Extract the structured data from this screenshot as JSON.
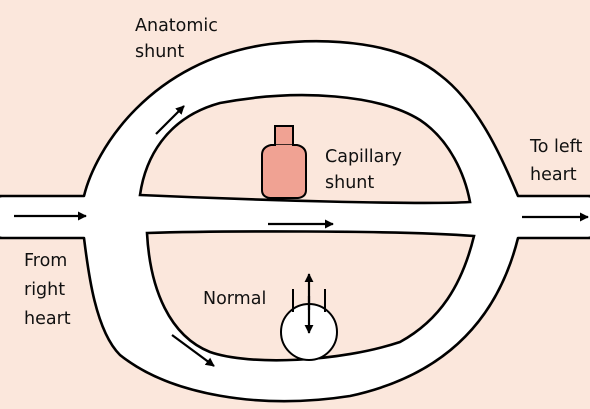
{
  "labels": {
    "anatomic_shunt": [
      "Anatomic",
      "shunt"
    ],
    "capillary_shunt": [
      "Capillary",
      "shunt"
    ],
    "to_left_heart": [
      "To left",
      "heart"
    ],
    "from_right_heart": [
      "From",
      "right",
      "heart"
    ],
    "normal": "Normal"
  },
  "colors": {
    "background": "#fbe7dc",
    "vessel": "#ffffff",
    "outline": "#000000",
    "capillary_shunt_alveolus": "#f0a293"
  }
}
